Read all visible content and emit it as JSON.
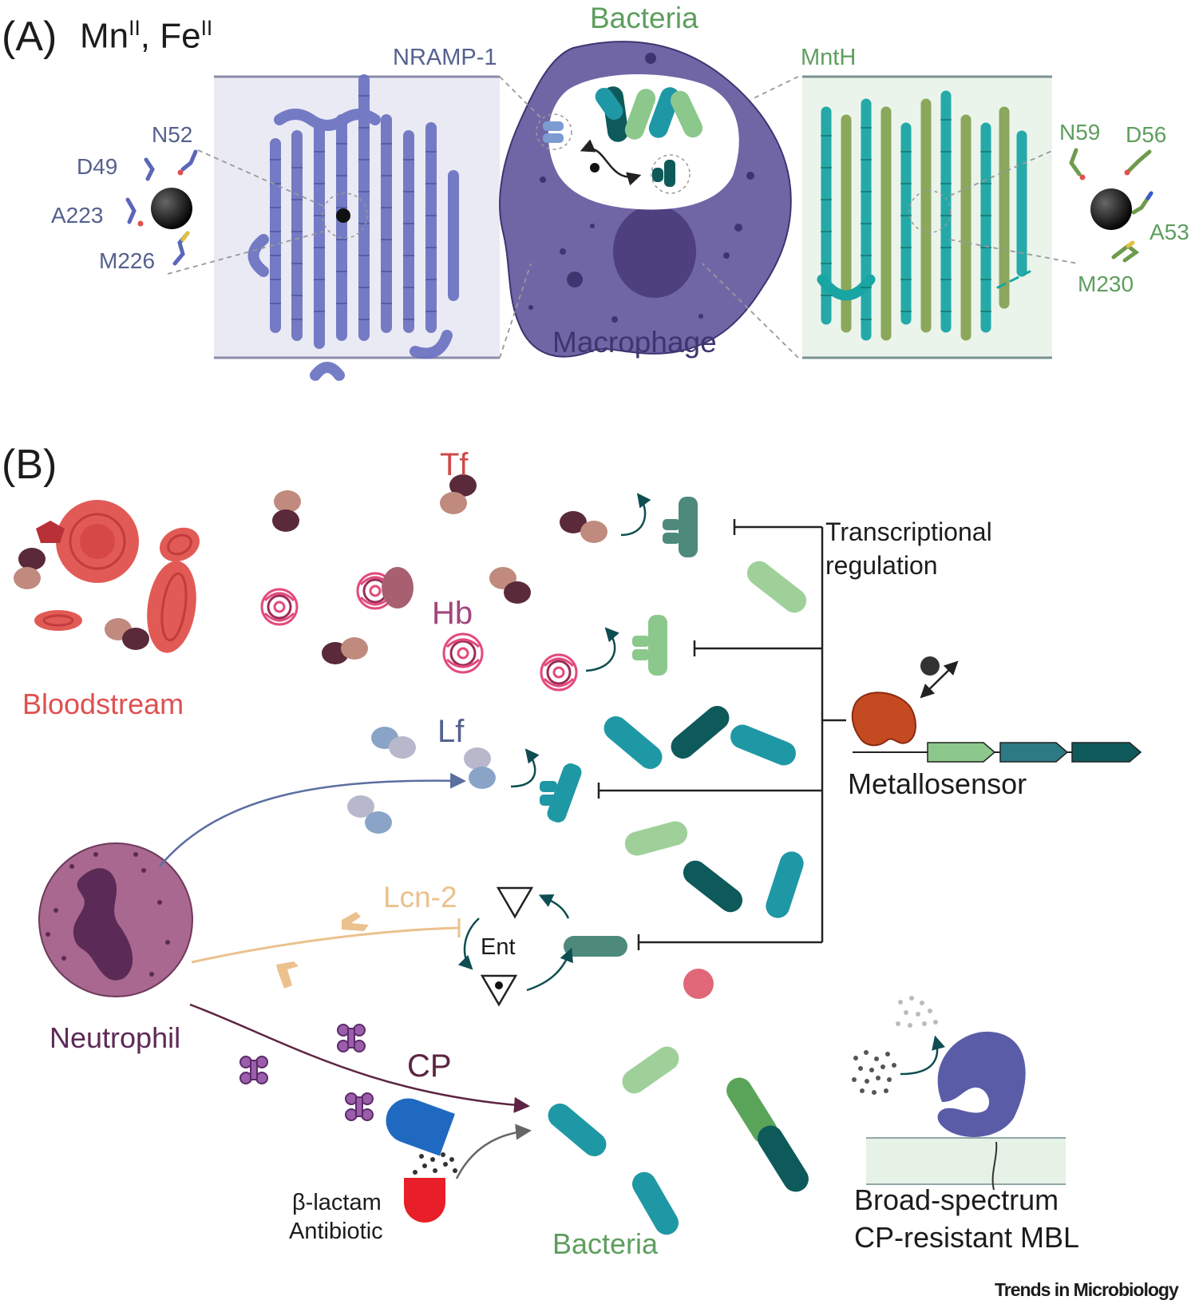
{
  "panelA": {
    "tag": "(A)",
    "metals_mn": "Mn",
    "metals_mn_sup": "II",
    "metals_sep": ", Fe",
    "metals_fe_sup": "II",
    "host_transporter": "NRAMP-1",
    "bacterial_transporter": "MntH",
    "bacteria_title": "Bacteria",
    "cell_label": "Macrophage",
    "host_residues": [
      "N52",
      "D49",
      "A223",
      "M226"
    ],
    "bacterial_residues": [
      "N59",
      "D56",
      "A53",
      "M230"
    ]
  },
  "panelB": {
    "tag": "(B)",
    "tf": "Tf",
    "hb": "Hb",
    "lf": "Lf",
    "lcn2": "Lcn-2",
    "ent": "Ent",
    "cp": "CP",
    "bloodstream": "Bloodstream",
    "neutrophil": "Neutrophil",
    "transcriptional_line1": "Transcriptional",
    "transcriptional_line2": "regulation",
    "metallosensor": "Metallosensor",
    "antibiotic_line1": "β-lactam",
    "antibiotic_line2": "Antibiotic",
    "bacteria": "Bacteria",
    "mbl_line1": "Broad-spectrum",
    "mbl_line2": "CP-resistant MBL"
  },
  "journal": "Trends in Microbiology",
  "colors": {
    "host_blue": "#6a72c0",
    "macrophage": "#6e64a6",
    "bacteria_green": "#8cc88c",
    "teal": "#1f98a5",
    "dark_teal": "#0e5a5a",
    "tf_red": "#cf4a4a",
    "hb_magenta": "#a2457e",
    "lf_blue": "#6d80b0",
    "lcn2_tan": "#ebc18e",
    "cp_maroon": "#5c2442",
    "neutrophil": "#a05e85"
  }
}
